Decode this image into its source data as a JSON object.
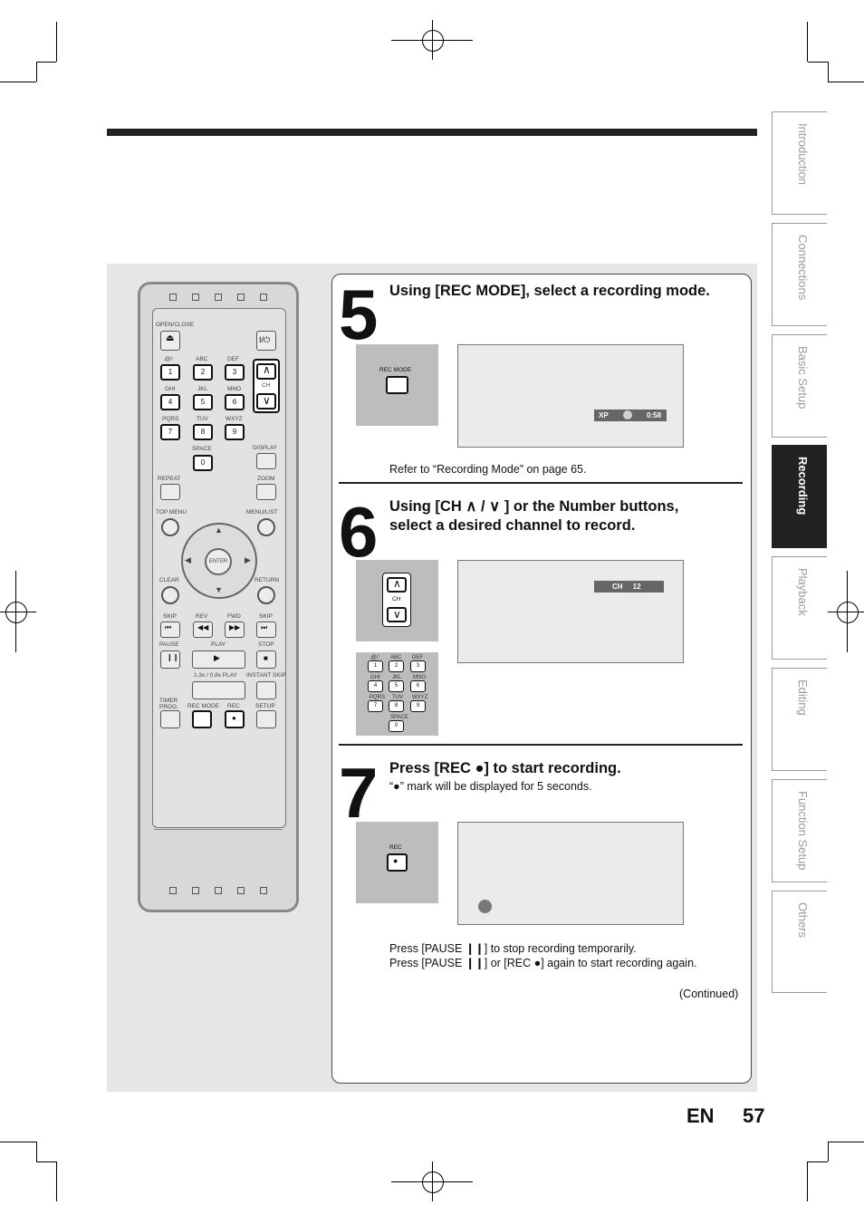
{
  "side_tabs": [
    {
      "label": "Introduction",
      "active": false
    },
    {
      "label": "Connections",
      "active": false
    },
    {
      "label": "Basic Setup",
      "active": false
    },
    {
      "label": "Recording",
      "active": true
    },
    {
      "label": "Playback",
      "active": false
    },
    {
      "label": "Editing",
      "active": false
    },
    {
      "label": "Function Setup",
      "active": false
    },
    {
      "label": "Others",
      "active": false
    }
  ],
  "steps": [
    {
      "number": "5",
      "heading": "Using [REC MODE], select a recording mode.",
      "button_label": "REC MODE",
      "osd": {
        "mode": "XP",
        "time": "0:58"
      },
      "note": "Refer to “Recording Mode” on page 65."
    },
    {
      "number": "6",
      "heading_line1": "Using [CH ∧ / ∨ ] or the Number buttons,",
      "heading_line2": "select a desired channel to record.",
      "button_label": "CH",
      "osd": {
        "channel": "CH     12"
      }
    },
    {
      "number": "7",
      "heading": "Press [REC ●] to start recording.",
      "subtext": "“●” mark will be displayed for 5 seconds.",
      "button_label": "REC",
      "note_line1": "Press [PAUSE ❙❙] to stop recording temporarily.",
      "note_line2": "Press [PAUSE ❙❙] or [REC ●] again to start recording again.",
      "continued": "(Continued)"
    }
  ],
  "keypad": {
    "top_labels": [
      ".@/:",
      "ABC",
      "DEF",
      "GHI",
      "JKL",
      "MNO",
      "PQRS",
      "TUV",
      "WXYZ",
      "SPACE"
    ],
    "digits": [
      "1",
      "2",
      "3",
      "4",
      "5",
      "6",
      "7",
      "8",
      "9",
      "0"
    ]
  },
  "remote": {
    "open_close": "OPEN/CLOSE",
    "power": "I/⏻",
    "ch": "CH",
    "display": "DISPLAY",
    "repeat": "REPEAT",
    "zoom": "ZOOM",
    "top_menu": "TOP MENU",
    "menu_list": "MENU/LIST",
    "enter": "ENTER",
    "clear": "CLEAR",
    "return": "RETURN",
    "skip": "SKIP",
    "rev": "REV",
    "fwd": "FWD",
    "pause": "PAUSE",
    "play": "PLAY",
    "stop": "STOP",
    "play_speed": "1.3x / 0.8x PLAY",
    "instant_skip": "INSTANT SKIP",
    "timer_prog": "TIMER PROG.",
    "rec_mode": "REC MODE",
    "rec": "REC",
    "setup": "SETUP"
  },
  "footer": {
    "lang": "EN",
    "page": "57"
  }
}
